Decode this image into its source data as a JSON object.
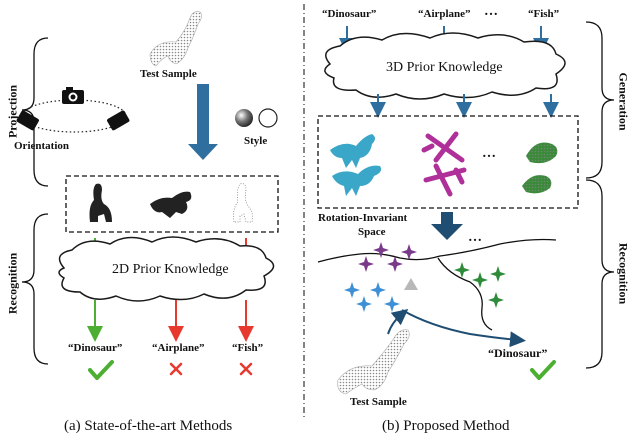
{
  "left": {
    "projection_label": "Projection",
    "recognition_label": "Recognition",
    "test_sample": "Test Sample",
    "orientation": "Orientation",
    "style": "Style",
    "prior": "2D Prior Knowledge",
    "classes": [
      "“Dinosaur”",
      "“Airplane”",
      "“Fish”"
    ],
    "caption": "(a) State-of-the-art Methods"
  },
  "right": {
    "generation_label": "Generation",
    "recognition_label": "Recognition",
    "classes": [
      "“Dinosaur”",
      "“Airplane”",
      "“Fish”"
    ],
    "ellipsis": "…",
    "prior": "3D Prior Knowledge",
    "space": [
      "Rotation-Invariant",
      "Space"
    ],
    "predicted": "“Dinosaur”",
    "test_sample": "Test Sample",
    "caption": "(b) Proposed Method"
  },
  "colors": {
    "arrow_blue": "#2f6f9f",
    "arrow_green": "#4caf32",
    "arrow_red": "#e8392f",
    "check": "#4caf32",
    "cross": "#e8392f",
    "star_purple": "#7a3a8c",
    "star_blue": "#3d8fd6",
    "star_green": "#2e8b3a",
    "cloud_stroke": "#1a1a1a"
  }
}
